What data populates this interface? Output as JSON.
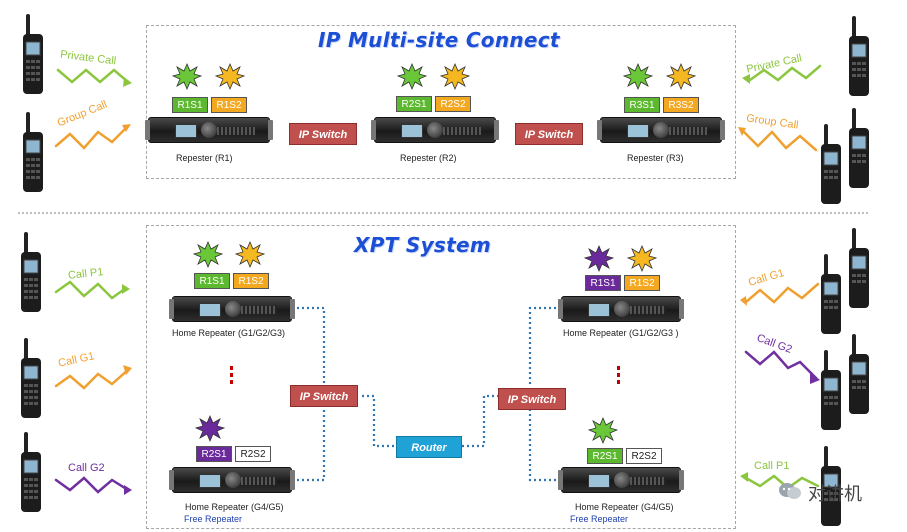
{
  "top": {
    "title": "IP Multi-site Connect",
    "repeaters": [
      {
        "label": "Repester (R1)",
        "slot1": "R1S1",
        "slot2": "R1S2"
      },
      {
        "label": "Repester (R2)",
        "slot1": "R2S1",
        "slot2": "R2S2"
      },
      {
        "label": "Repester (R3)",
        "slot1": "R3S1",
        "slot2": "R3S2"
      }
    ],
    "switches": [
      "IP Switch",
      "IP Switch"
    ],
    "left_calls": [
      "Private Call",
      "Group Call"
    ],
    "right_calls": [
      "Private Call",
      "Group Call"
    ]
  },
  "bottom": {
    "title": "XPT System",
    "left": {
      "home": {
        "label": "Home Repeater (G1/G2/G3)",
        "slot1": "R1S1",
        "slot2": "R1S2"
      },
      "free": {
        "label": "Home Repeater (G4/G5)",
        "sub": "Free Repeater",
        "slot1": "R2S1",
        "slot2": "R2S2"
      },
      "switch": "IP Switch"
    },
    "right": {
      "home": {
        "label": "Home Repeater (G1/G2/G3 )",
        "slot1": "R1S1",
        "slot2": "R1S2"
      },
      "free": {
        "label": "Home Repeater (G4/G5)",
        "sub": "Free Repeater",
        "slot1": "R2S1",
        "slot2": "R2S2"
      },
      "switch": "IP Switch"
    },
    "router": "Router",
    "left_calls": [
      "Call P1",
      "Call G1",
      "Call G2"
    ],
    "right_calls": [
      "Call G1",
      "Call G2",
      "Call P1"
    ]
  },
  "watermark": "对讲机",
  "colors": {
    "green": "#5cb82e",
    "orange": "#f4a820",
    "purple": "#6a2a9c",
    "title_blue": "#1d4fd6",
    "switch_red": "#c0504d",
    "router_blue": "#1fa2d6"
  }
}
